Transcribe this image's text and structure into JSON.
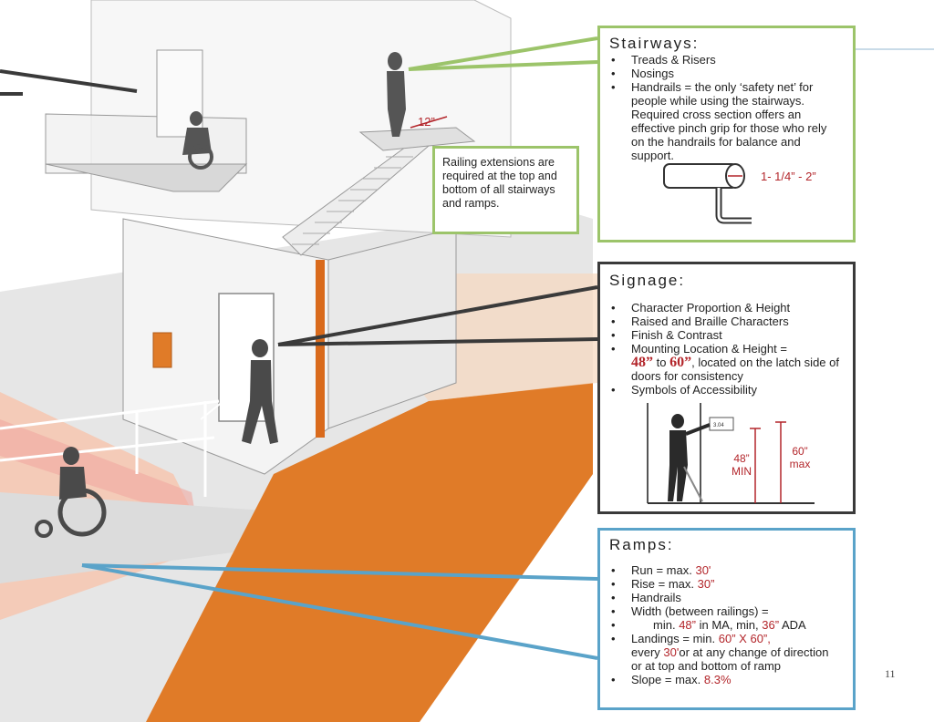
{
  "stairways": {
    "title": "Stairways:",
    "items": [
      "Treads & Risers",
      "Nosings",
      "Handrails = the only ‘safety net’ for people while using the stairways. Required cross section offers an effective pinch grip for those who rely on the handrails for balance and support."
    ],
    "handrail_dim": "1- 1/4” - 2”"
  },
  "railing_note": "Railing extensions are required at the top and bottom of all stairways and ramps.",
  "stair_dim": "12”",
  "signage": {
    "title": "Signage:",
    "items": [
      "Character Proportion & Height",
      "Raised and Braille Characters",
      "Finish & Contrast"
    ],
    "mounting_prefix": "Mounting Location & Height =",
    "mounting_min": "48”",
    "mounting_to": "to",
    "mounting_max": "60”",
    "mounting_suffix": ", located on the latch side of doors for consistency",
    "symbols": "Symbols of Accessibility",
    "sign_text": "3.04",
    "dim_min_value": "48”",
    "dim_min_label": "MIN",
    "dim_max_value": "60”",
    "dim_max_label": "max"
  },
  "ramps": {
    "title": "Ramps:",
    "run_label": "Run = max.",
    "run_value": "30'",
    "rise_label": "Rise = max.",
    "rise_value": "30”",
    "handrails": "Handrails",
    "width_label": "Width (between railings) =",
    "width_min_prefix": "min.",
    "width_ma": "48”",
    "width_mid": "in MA, min,",
    "width_ada": "36”",
    "width_suffix": "ADA",
    "landings_label": "Landings = min.",
    "landings_value": "60” X 60”,",
    "every_label": "every",
    "every_value": "30'",
    "every_suffix": "or at any change of direction",
    "top_bottom": "or at top and bottom of ramp",
    "slope_label": "Slope = max.",
    "slope_value": "8.3%"
  },
  "page_number": "11",
  "colors": {
    "green": "#9cc46a",
    "dark": "#3a3a3a",
    "blue": "#5aa3c9",
    "orange": "#e07b28",
    "dim_red": "#b3262b"
  }
}
